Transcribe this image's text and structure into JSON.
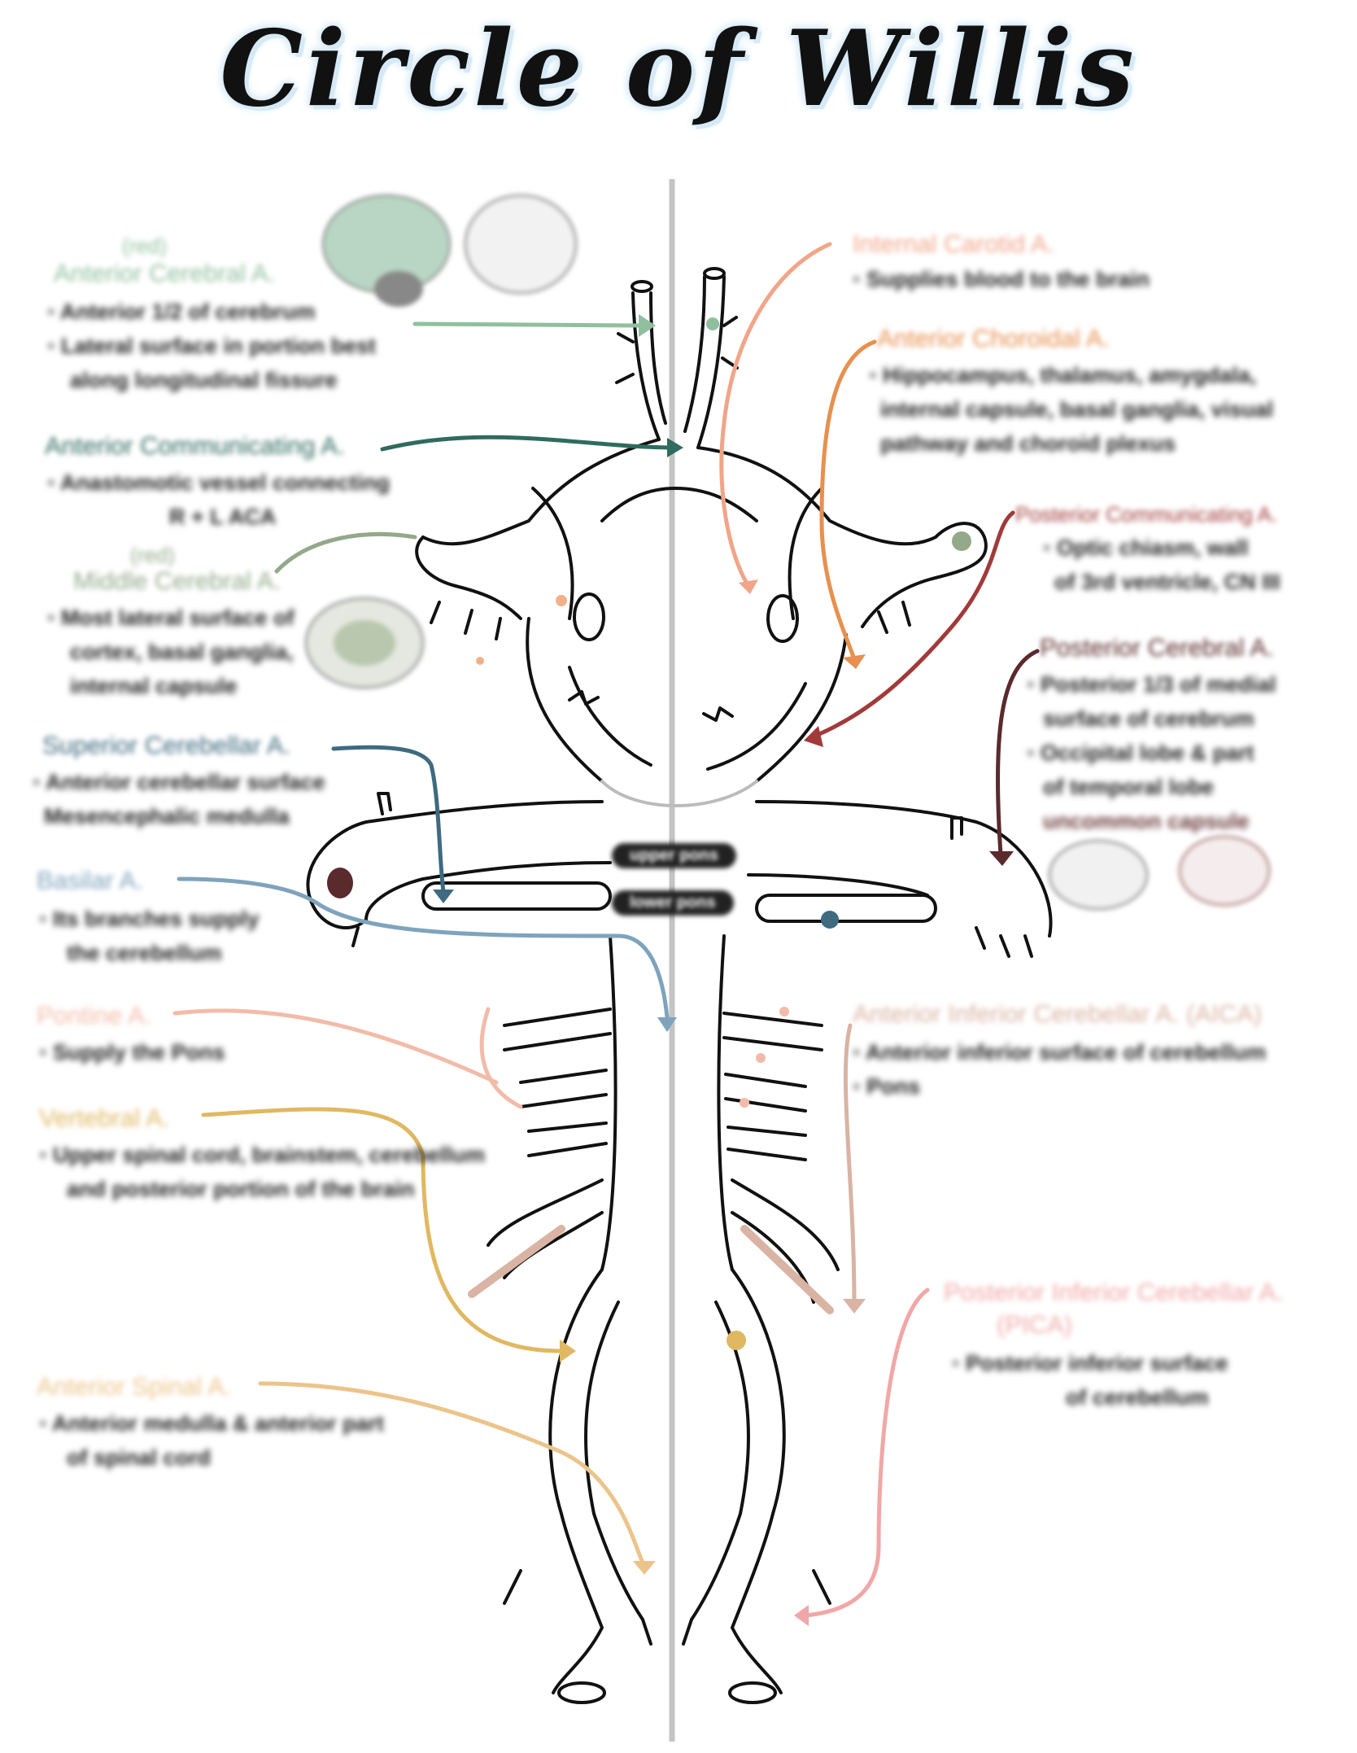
{
  "title": "Circle of Willis",
  "colors": {
    "aca": "#8fbf9f",
    "acom": "#2f6b5f",
    "mca": "#93a98a",
    "sca": "#3f6a80",
    "basilar": "#7fa3bd",
    "pontine": "#f2bba8",
    "vertebral": "#e0b862",
    "asa": "#ecc48a",
    "ica": "#f0a589",
    "achor": "#e7904f",
    "pcom": "#a23a3a",
    "pca": "#5a2a2c",
    "aica": "#d9b3a3",
    "pica": "#f1a7a7"
  },
  "left": {
    "aca": {
      "note": "(red)",
      "name": "Anterior Cerebral A.",
      "items": [
        "Anterior 1/2 of cerebrum",
        "Lateral surface in portion best",
        "along longitudinal fissure"
      ]
    },
    "acom": {
      "name": "Anterior Communicating A.",
      "items": [
        "Anastomotic vessel connecting",
        "R + L ACA"
      ]
    },
    "mca": {
      "note": "(red)",
      "name": "Middle Cerebral A.",
      "items": [
        "Most lateral surface of",
        "cortex, basal ganglia,",
        "internal capsule"
      ]
    },
    "sca": {
      "name": "Superior Cerebellar A.",
      "items": [
        "Anterior cerebellar surface",
        "Mesencephalic medulla"
      ]
    },
    "basilar": {
      "name": "Basilar A.",
      "items": [
        "Its branches supply",
        "the cerebellum"
      ]
    },
    "pontine": {
      "name": "Pontine A.",
      "items": [
        "Supply the Pons"
      ]
    },
    "vertebral": {
      "name": "Vertebral A.",
      "items": [
        "Upper spinal cord, brainstem, cerebellum",
        "and posterior portion of the brain"
      ]
    },
    "asa": {
      "name": "Anterior Spinal A.",
      "items": [
        "Anterior medulla & anterior part",
        "of spinal cord"
      ]
    }
  },
  "right": {
    "ica": {
      "name": "Internal Carotid A.",
      "items": [
        "Supplies blood to the brain"
      ]
    },
    "achor": {
      "name": "Anterior Choroidal A.",
      "items": [
        "Hippocampus, thalamus, amygdala,",
        "internal capsule, basal ganglia, visual",
        "pathway and choroid plexus"
      ]
    },
    "pcom": {
      "name": "Posterior Communicating A.",
      "items": [
        "Optic chiasm, wall",
        "of 3rd ventricle, CN III"
      ]
    },
    "pca": {
      "name": "Posterior Cerebral A.",
      "items": [
        "Posterior 1/3 of medial",
        "surface of cerebrum",
        "Occipital lobe & part",
        "of temporal lobe",
        "uncommon capsule"
      ]
    },
    "aica": {
      "name": "Anterior Inferior Cerebellar A. (AICA)",
      "items": [
        "Anterior inferior surface of cerebellum",
        "Pons"
      ]
    },
    "pica": {
      "name": "Posterior Inferior Cerebellar A.",
      "name2": "(PICA)",
      "items": [
        "Posterior inferior surface",
        "of cerebellum"
      ]
    }
  },
  "center": {
    "pons_top": "upper pons",
    "pons_bottom": "lower pons"
  }
}
